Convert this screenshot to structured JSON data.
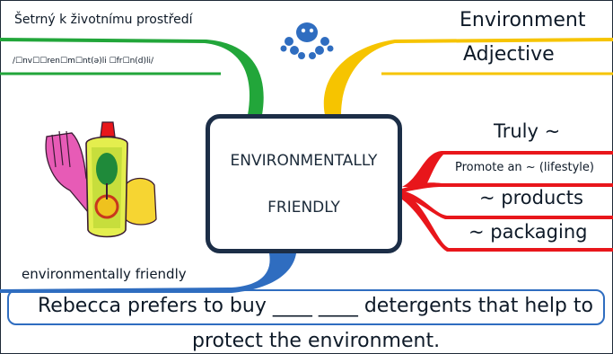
{
  "center": {
    "line1": "ENVIRONMENTALLY",
    "line2": "FRIENDLY"
  },
  "top_left": {
    "czech": "Šetrný k životnímu prostředí",
    "ipa": "/☐nv☐☐ren☐m☐nt(ə)li ☐fr☐n(d)li/"
  },
  "top_right": {
    "domain": "Environment",
    "pos": "Adjective"
  },
  "right": {
    "items": [
      "Truly ~",
      "Promote an ~ (lifestyle)",
      "~ products",
      "~ packaging"
    ]
  },
  "bottom": {
    "phrase": "environmentally friendly",
    "sentence_line1": "Rebecca prefers to buy ____ ____ detergents that help to",
    "sentence_line2": "protect the environment."
  },
  "colors": {
    "green": "#22a63a",
    "yellow": "#f6c400",
    "red": "#e8161b",
    "blue": "#2f6dc0",
    "navy": "#1c2e47"
  },
  "icons": [
    "octopus-logo-icon",
    "detergent-bottle-illustration"
  ]
}
